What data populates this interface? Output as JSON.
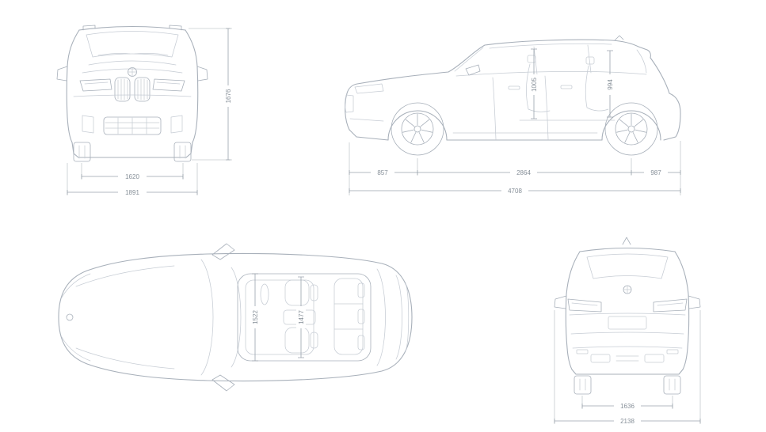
{
  "style": {
    "outline_color": "#a8b0ba",
    "detail_color": "#c6ccd4",
    "dimension_color": "#9aa3ac",
    "label_color": "#868f98",
    "background": "#ffffff"
  },
  "views": {
    "front": {
      "dimensions": {
        "track_width_mm": "1620",
        "overall_width_mm": "1891",
        "overall_height_mm": "1676"
      }
    },
    "side": {
      "dimensions": {
        "front_overhang_mm": "857",
        "wheelbase_mm": "2864",
        "rear_overhang_mm": "987",
        "overall_length_mm": "4708",
        "front_interior_height_mm": "1005",
        "rear_interior_height_mm": "994"
      }
    },
    "top": {
      "dimensions": {
        "front_interior_width_mm": "1522",
        "rear_interior_width_mm": "1477"
      }
    },
    "rear": {
      "dimensions": {
        "track_width_mm": "1636",
        "width_incl_mirrors_mm": "2138"
      }
    }
  }
}
